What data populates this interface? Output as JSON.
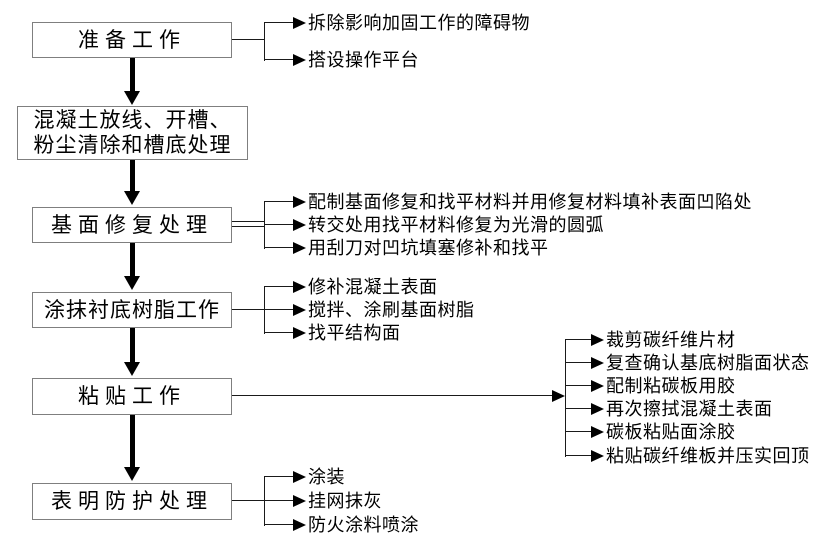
{
  "diagram": {
    "title_implicit": "碳纤维板加固施工工艺流程图",
    "colors": {
      "background": "#ffffff",
      "line": "#1a1a1a",
      "arrow": "#000000",
      "box_border": "#7f7f7f",
      "text": "#000000"
    },
    "boxes": [
      {
        "label": "准备工作"
      },
      {
        "lines": [
          "混凝土放线、开槽、",
          "粉尘清除和槽底处理"
        ]
      },
      {
        "label": "基面修复处理"
      },
      {
        "label": "涂抹衬底树脂工作"
      },
      {
        "label": "粘贴工作"
      },
      {
        "label": "表明防护处理"
      }
    ],
    "branches": {
      "prepare": [
        "拆除影响加固工作的障碍物",
        "搭设操作平台"
      ],
      "base_repair": [
        "配制基面修复和找平材料并用修复材料填补表面凹陷处",
        "转交处用找平材料修复为光滑的圆弧",
        "用刮刀对凹坑填塞修补和找平"
      ],
      "primer": [
        "修补混凝土表面",
        "搅拌、涂刷基面树脂",
        "找平结构面"
      ],
      "bonding": [
        "裁剪碳纤维片材",
        "复查确认基底树脂面状态",
        "配制粘碳板用胶",
        "再次擦拭混凝土表面",
        "碳板粘贴面涂胶",
        "粘贴碳纤维板并压实回顶"
      ],
      "protection": [
        "涂装",
        "挂网抹灰",
        "防火涂料喷涂"
      ]
    }
  }
}
